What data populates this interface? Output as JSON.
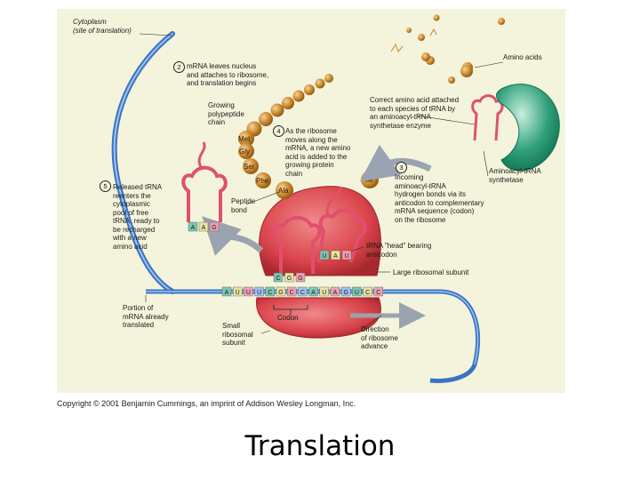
{
  "labels": {
    "cytoplasm": "Cytoplasm\n(site of translation)",
    "step2": "mRNA leaves nucleus\nand attaches to ribosome,\nand translation begins",
    "amino_acids": "Amino acids",
    "correct_amino": "Correct amino acid attached\nto each species of tRNA by\nan aminoacyl-tRNA\nsynthetase enzyme",
    "growing": "Growing\npolypeptide\nchain",
    "step4": "As the ribosome\nmoves along the\nmRNA, a new amino\nacid is added to the\ngrowing protein\nchain",
    "step3": "Incoming\naminoacyl-tRNA\nhydrogen bonds via its\nanticodon to complementary\nmRNA sequence (codon)\non the ribosome",
    "synthetase": "Aminoacyl-tRNA\nsynthetase",
    "step5": "Released tRNA\nreenters the\ncytoplasmic\npool of free\ntRNA, ready to\nbe recharged\nwith a new\namino acid",
    "peptide_bond": "Peptide\nbond",
    "trna_head": "tRNA \"head\" bearing\nanticodon",
    "large_subunit": "Large ribosomal subunit",
    "portion": "Portion of\nmRNA already\ntranslated",
    "codon": "Codon",
    "small_subunit": "Small\nribosomal\nsubunit",
    "direction": "Direction\nof ribosome\nadvance"
  },
  "step_numbers": {
    "n2": "2",
    "n3": "3",
    "n4": "4",
    "n5": "5"
  },
  "amino_acid_names": {
    "met": "Met",
    "gly": "Gly",
    "ser": "Ser",
    "phe": "Phe",
    "ala": "Ala",
    "ile": "Ile"
  },
  "bases": {
    "mrna": [
      "A",
      "U",
      "U",
      "U",
      "C",
      "G",
      "C",
      "C",
      "A",
      "U",
      "A",
      "G",
      "U",
      "C",
      "C"
    ],
    "anticodon_p": [
      "C",
      "G",
      "G"
    ],
    "anticodon_a": [
      "U",
      "A",
      "U"
    ],
    "released": [
      "A",
      "A",
      "G"
    ]
  },
  "colors": {
    "background": "#f4f4dc",
    "ribosome": "#d9434a",
    "trna": "#e0506e",
    "mrna": "#3a73c4",
    "amino_acid": "#c8862a",
    "enzyme": "#2fa07a"
  },
  "copyright": "Copyright © 2001 Benjamin Cummings, an imprint of Addison Wesley Longman, Inc.",
  "slide_title": "Translation"
}
